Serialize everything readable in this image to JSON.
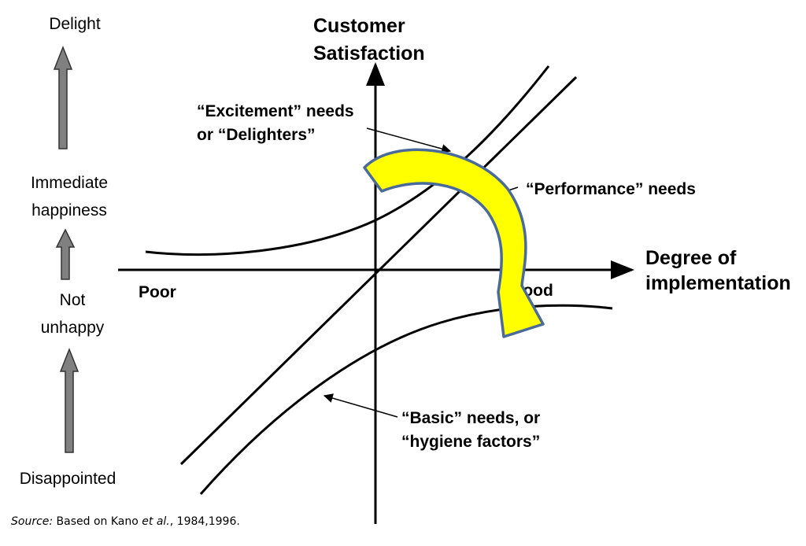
{
  "left_scale": {
    "levels": [
      "Delight",
      "Immediate happiness",
      "Not unhappy",
      "Disappointed"
    ],
    "top": "Delight",
    "immediate_1": "Immediate",
    "immediate_2": "happiness",
    "not_unhappy_1": "Not",
    "not_unhappy_2": "unhappy",
    "bottom": "Disappointed"
  },
  "axes": {
    "y_title_1": "Customer",
    "y_title_2": "Satisfaction",
    "x_title_1": "Degree of",
    "x_title_2": "implementation",
    "x_low": "Poor",
    "x_high": "Good"
  },
  "curves": {
    "excitement_1": "“Excitement” needs",
    "excitement_2": "or “Delighters”",
    "performance": "“Performance” needs",
    "basic_1": "“Basic” needs, or",
    "basic_2": "“hygiene factors”"
  },
  "source": {
    "prefix": "Source:",
    "text_1": " Based on Kano ",
    "et_al": "et al.",
    "text_2": ", 1984,1996."
  },
  "colors": {
    "arrow_fill": "#ffff00",
    "arrow_stroke": "#4a6a9a",
    "scale_arrow": "#808080"
  }
}
